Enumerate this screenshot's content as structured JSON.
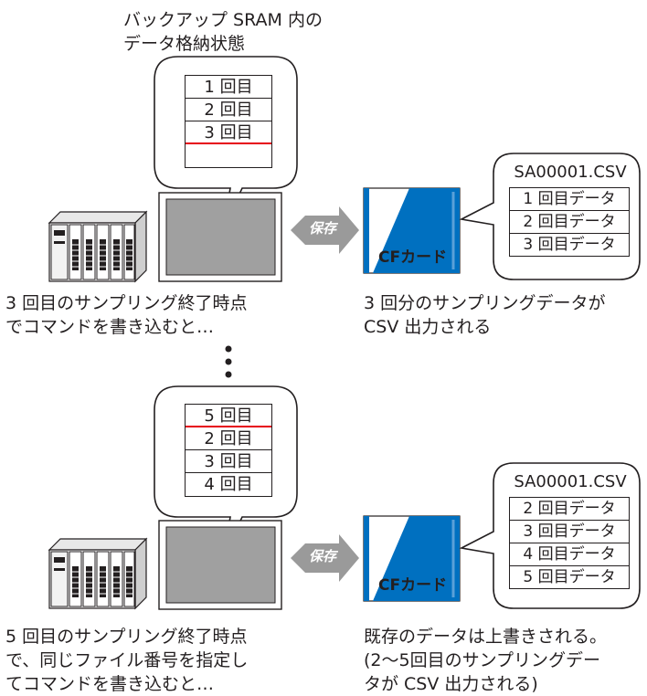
{
  "header": {
    "line1": "バックアップ SRAM 内の",
    "line2": "データ格納状態"
  },
  "top": {
    "memory_rows": [
      "1 回目",
      "2 回目",
      "3 回目",
      ""
    ],
    "save_label": "保存",
    "card_label": "CFカード",
    "csv_filename": "SA00001.CSV",
    "csv_rows": [
      "1 回目データ",
      "2 回目データ",
      "3 回目データ"
    ],
    "left_caption_1": "3 回目のサンプリング終了時点",
    "left_caption_2": "でコマンドを書き込むと…",
    "right_caption_1": "3 回分のサンプリングデータが",
    "right_caption_2": "CSV 出力される"
  },
  "bottom": {
    "memory_rows": [
      "5 回目",
      "2 回目",
      "3 回目",
      "4 回目"
    ],
    "save_label": "保存",
    "card_label": "CFカード",
    "csv_filename": "SA00001.CSV",
    "csv_rows": [
      "2 回目データ",
      "3 回目データ",
      "4 回目データ",
      "5 回目データ"
    ],
    "left_caption_1": "5 回目のサンプリング終了時点",
    "left_caption_2": "で、同じファイル番号を指定し",
    "left_caption_3": "てコマンドを書き込むと…",
    "right_caption_1": "既存のデータは上書きされる。",
    "right_caption_2": "(2～5回目のサンプリングデー",
    "right_caption_3": "タが CSV 出力される)"
  },
  "colors": {
    "card_blue": "#0070c0",
    "red_line": "#e60012",
    "screen_gray": "#a0a0a0",
    "arrow_gray": "#9a9a9a"
  }
}
